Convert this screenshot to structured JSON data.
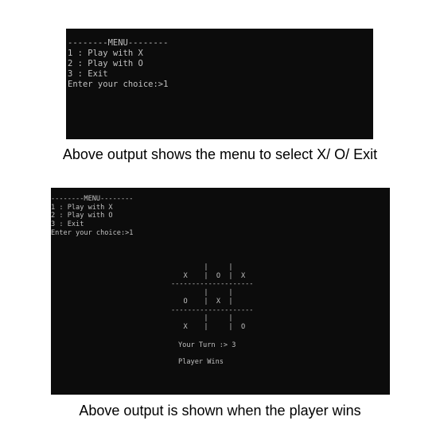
{
  "screenshot1": {
    "menu_lines": [
      "--------MENU--------",
      "1 : Play with X",
      "2 : Play with O",
      "3 : Exit",
      "Enter your choice:>1"
    ],
    "caption": "Above output shows the menu to select X/ O/ Exit"
  },
  "screenshot2": {
    "menu_lines": [
      "--------MENU--------",
      "1 : Play with X",
      "2 : Play with O",
      "3 : Exit",
      "Enter your choice:>1"
    ],
    "board_lines": [
      "        |     |     ",
      "   X    |  O  |  X  ",
      "--------------------",
      "        |     |     ",
      "   O    |  X  |     ",
      "--------------------",
      "        |     |     ",
      "   X    |     |  O  "
    ],
    "turn_text": "Your Turn :> 3",
    "result_text": "Player Wins",
    "caption": "Above output is shown when the player wins"
  },
  "colors": {
    "console_bg": "#0c0c0c",
    "console_text": "#c0c0c0",
    "caption_text": "#000000"
  }
}
